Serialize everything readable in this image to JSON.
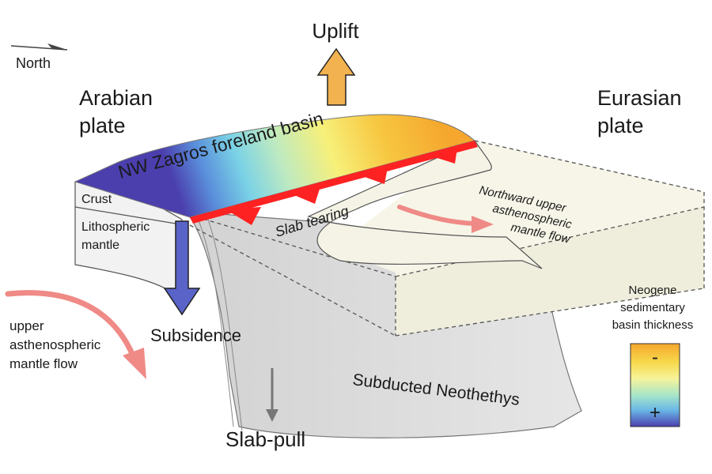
{
  "labels": {
    "north": "North",
    "arabian_1": "Arabian",
    "arabian_2": "plate",
    "eurasian_1": "Eurasian",
    "eurasian_2": "plate",
    "uplift": "Uplift",
    "basin": "NW Zagros foreland basin",
    "crust": "Crust",
    "lith_1": "Lithospheric",
    "lith_2": "mantle",
    "slab_tearing": "Slab tearing",
    "northward_1": "Northward upper",
    "northward_2": "asthenospheric",
    "northward_3": "mantle flow",
    "upper_1": "upper",
    "upper_2": "asthenospheric",
    "upper_3": "mantle flow",
    "subsidence": "Subsidence",
    "subducted": "Subducted Neothethys",
    "slab_pull": "Slab-pull"
  },
  "legend": {
    "title_1": "Neogene",
    "title_2": "sedimentary",
    "title_3": "basin thickness",
    "minus": "-",
    "plus": "+"
  },
  "colors": {
    "uplift_arrow": "#f2b24f",
    "subsidence_arrow": "#5a63c8",
    "thrust_front": "#ff2222",
    "flow_arrow": "#ef8a86",
    "slab_pull_arrow": "#777777",
    "slab": "#dedede",
    "eurasian_block": "#f6f5e8"
  }
}
